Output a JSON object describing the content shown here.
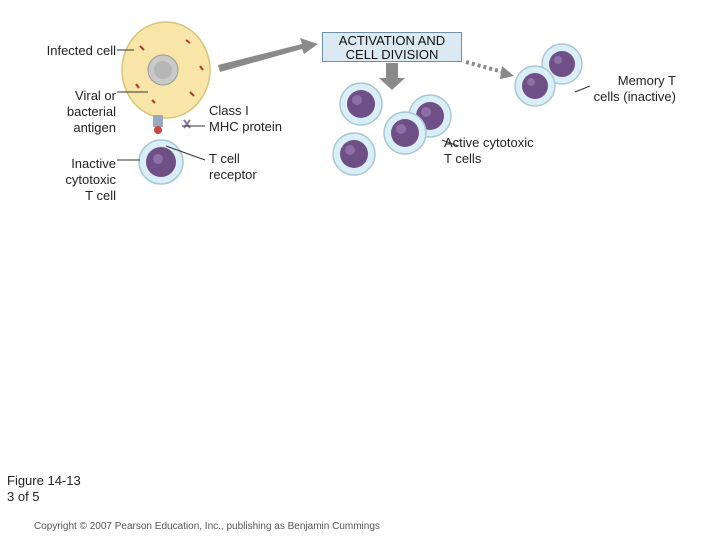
{
  "labels": {
    "infected_cell": "Infected cell",
    "antigen": [
      "Viral or",
      "bacterial",
      "antigen"
    ],
    "inactive_tcell": [
      "Inactive",
      "cytotoxic",
      "T cell"
    ],
    "mhc": [
      "Class I",
      "MHC protein"
    ],
    "receptor": [
      "T cell",
      "receptor"
    ],
    "activation": [
      "ACTIVATION AND",
      "CELL DIVISION"
    ],
    "memory": [
      "Memory T",
      "cells (inactive)"
    ],
    "active": [
      "Active cytotoxic",
      "T cells"
    ]
  },
  "figure": [
    "Figure 14-13",
    "3 of 5"
  ],
  "copyright": "Copyright © 2007 Pearson Education, Inc., publishing as Benjamin Cummings",
  "colors": {
    "infected_cell_fill": "#f7e6a8",
    "nucleus": "#c9c9c9",
    "tcell_halo": "#d9eef6",
    "tcell_nucleus": "#6e4f86",
    "arrow": "#8a8a8a",
    "box_fill": "#dbe9f3"
  }
}
